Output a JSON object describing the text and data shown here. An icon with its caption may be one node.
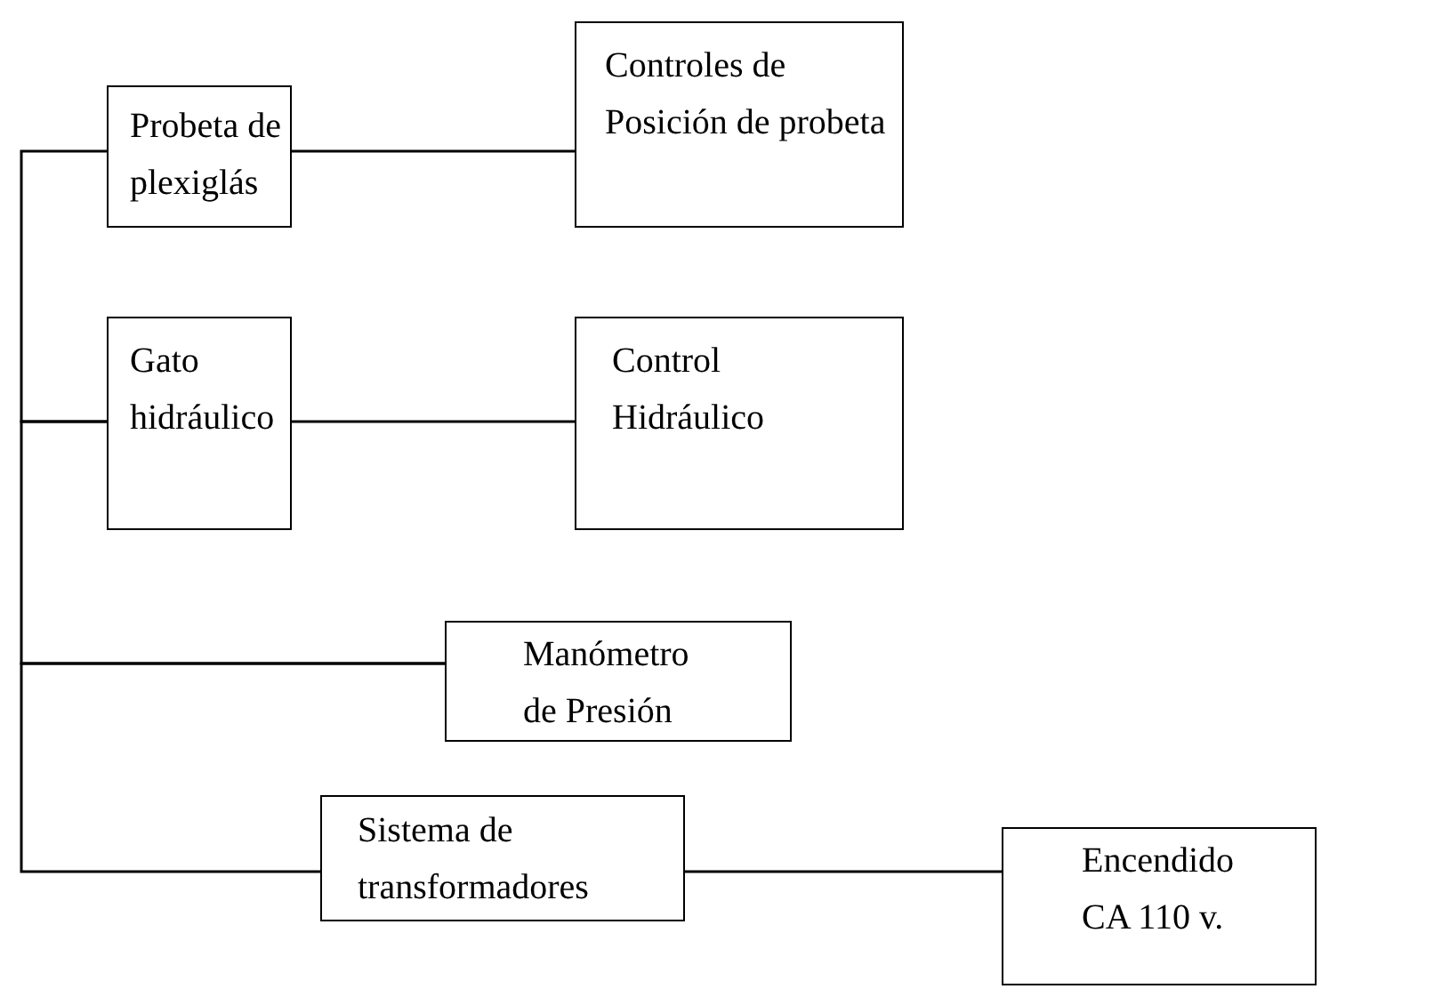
{
  "diagram": {
    "nodes": [
      {
        "text": [
          "Probeta de plexiglás"
        ]
      },
      {
        "text": [
          "Controles de Posición de probeta"
        ]
      },
      {
        "text": [
          "Gato hidráulico"
        ]
      },
      {
        "text": [
          "Control Hidráulico"
        ]
      },
      {
        "text": [
          "Manómetro de Presión"
        ]
      },
      {
        "text": [
          "Sistema de transformadores"
        ]
      },
      {
        "text": [
          "Encendido CA 110 v."
        ]
      }
    ],
    "edges": [
      {
        "from": 0,
        "to": 1,
        "arrow": "none"
      },
      {
        "from": 0,
        "to": 2,
        "arrow": "none"
      },
      {
        "from": 2,
        "to": 3,
        "arrow": "none"
      },
      {
        "from": 2,
        "to": 4,
        "arrow": "none"
      },
      {
        "from": 4,
        "to": 5,
        "arrow": "none"
      },
      {
        "from": 5,
        "to": 6,
        "arrow": "none"
      }
    ]
  }
}
